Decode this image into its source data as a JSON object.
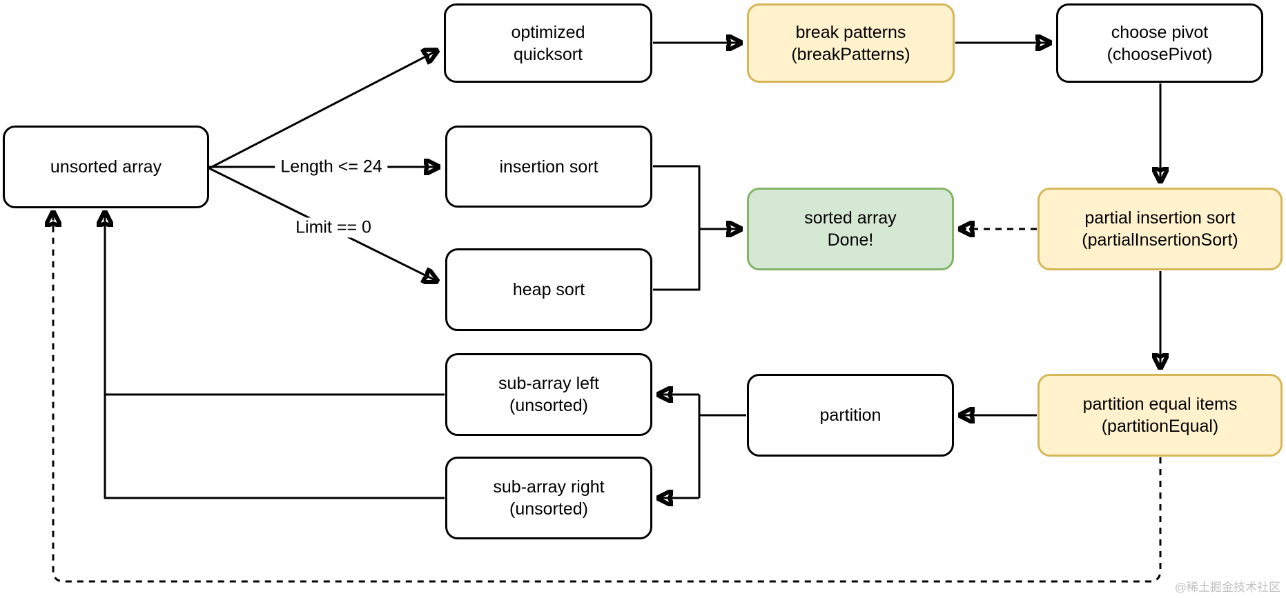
{
  "nodes": {
    "unsorted_array": {
      "label": "unsorted array"
    },
    "optimized_quicksort": {
      "label": "optimized\nquicksort"
    },
    "break_patterns": {
      "label": "break patterns\n(breakPatterns)"
    },
    "choose_pivot": {
      "label": "choose pivot\n(choosePivot)"
    },
    "insertion_sort": {
      "label": "insertion sort"
    },
    "heap_sort": {
      "label": "heap sort"
    },
    "sorted_array": {
      "label": "sorted array\nDone!"
    },
    "partial_insertion_sort": {
      "label": "partial insertion sort\n(partialInsertionSort)"
    },
    "partition": {
      "label": "partition"
    },
    "partition_equal": {
      "label": "partition equal items\n(partitionEqual)"
    },
    "sub_array_left": {
      "label": "sub-array left\n(unsorted)"
    },
    "sub_array_right": {
      "label": "sub-array right\n(unsorted)"
    }
  },
  "edge_labels": {
    "length_condition": "Length <= 24",
    "limit_condition": "Limit == 0"
  },
  "watermark": "@稀土掘金技术社区",
  "colors": {
    "yellow-fill": "#FFF2CC",
    "yellow-stroke": "#D6B656",
    "green-fill": "#D5E8D4",
    "green-stroke": "#82B366",
    "edge": "#000000",
    "watermark": "#C0C0C0"
  }
}
